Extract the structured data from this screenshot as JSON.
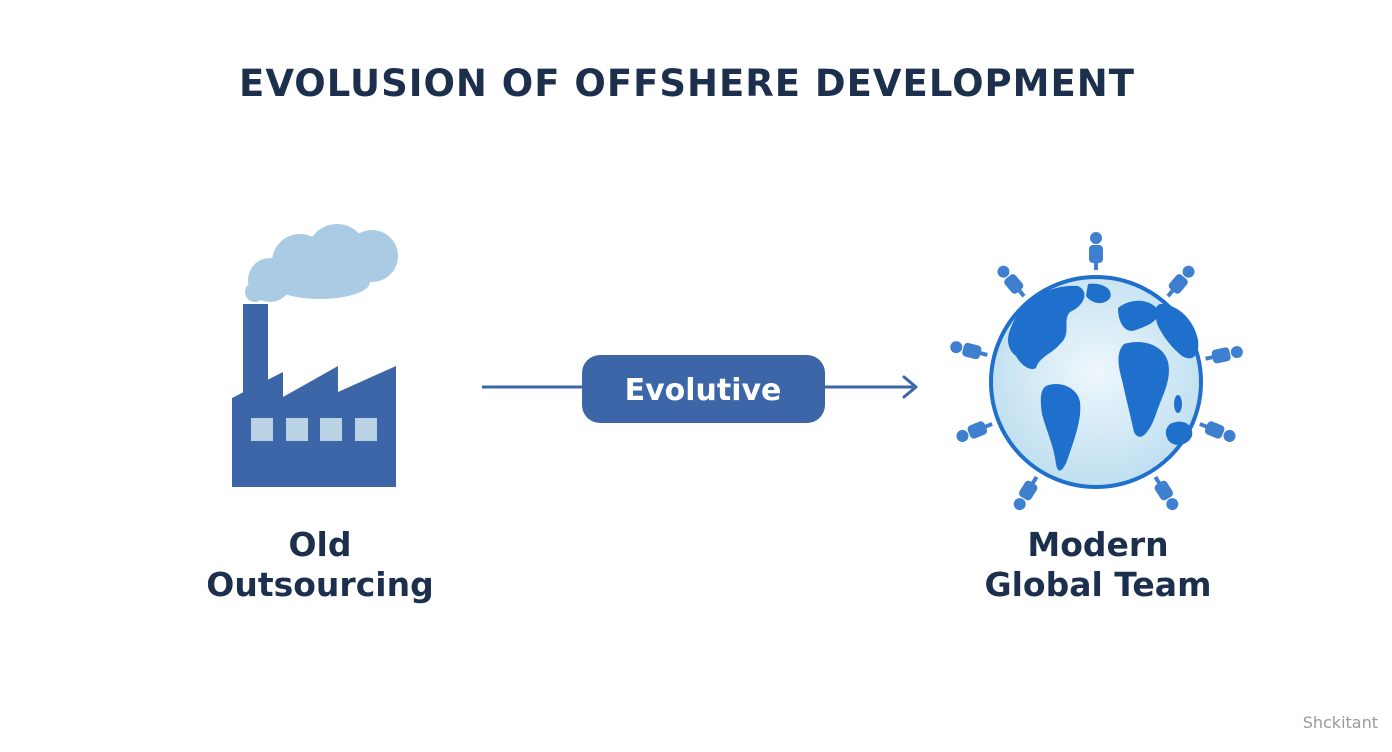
{
  "title": "EVOLUSION OF OFFSHERE DEVELOPMENT",
  "left_caption": {
    "line1": "Old",
    "line2": "Outsourcing"
  },
  "right_caption": {
    "line1": "Modern",
    "line2": "Global Team"
  },
  "connector_label": "Evolutive",
  "watermark": "Shckitant",
  "icons": {
    "left": "factory-with-smoke-icon",
    "right": "globe-with-people-icon"
  },
  "colors": {
    "primary": "#3c66a7",
    "smoke": "#a9cbe3",
    "window": "#b9d3e4",
    "globe_land": "#1f6fcc",
    "globe_ocean": "#d8ecf7",
    "person": "#3f7fd0",
    "text": "#1c2f4d"
  }
}
